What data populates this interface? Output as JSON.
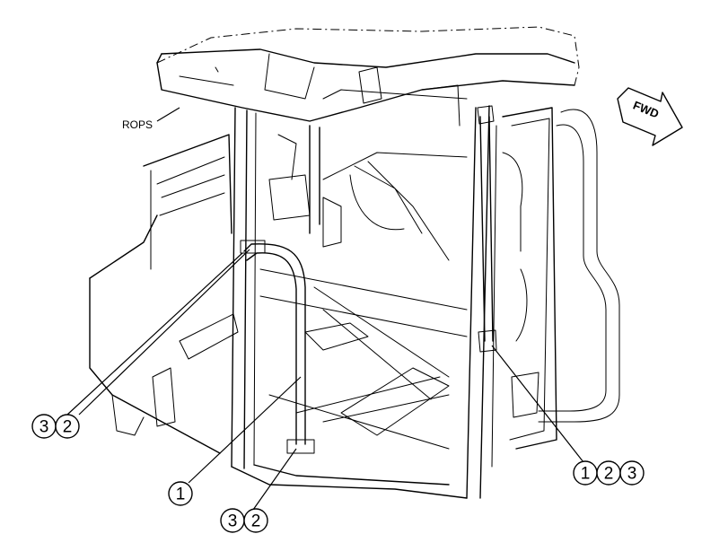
{
  "labels": {
    "rops": "ROPS",
    "fwd": "FWD"
  },
  "callouts": {
    "upper_left": [
      "3",
      "2"
    ],
    "middle": [
      "1"
    ],
    "lower": [
      "3",
      "2"
    ],
    "right": [
      "1",
      "2",
      "3"
    ]
  }
}
